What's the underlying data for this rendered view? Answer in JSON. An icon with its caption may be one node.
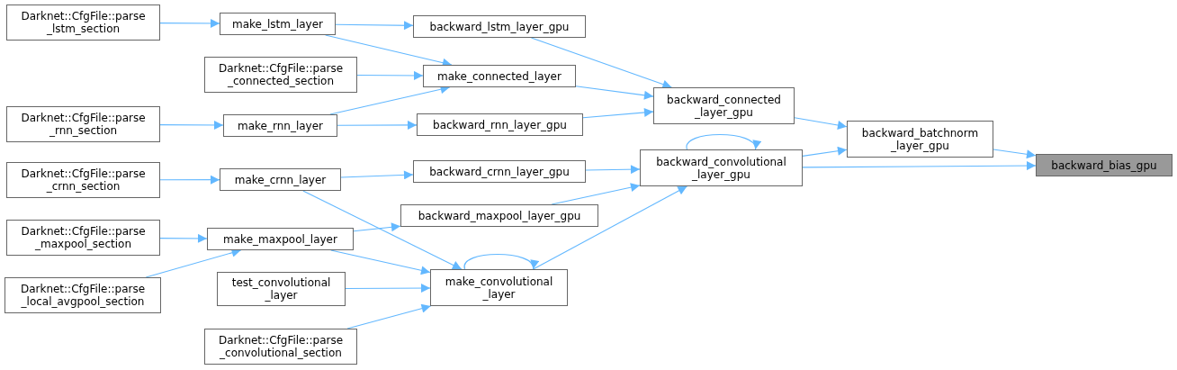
{
  "diagram": {
    "nodes": [
      {
        "text": [
          "backward_bias_gpu"
        ]
      },
      {
        "text": [
          "backward_batchnorm _layer_gpu"
        ]
      },
      {
        "text": [
          "backward_connected _layer_gpu"
        ]
      },
      {
        "text": [
          "backward_convolutional _layer_gpu"
        ]
      },
      {
        "text": [
          "backward_lstm_layer_gpu"
        ]
      },
      {
        "text": [
          "make_connected_layer"
        ]
      },
      {
        "text": [
          "backward_rnn_layer_gpu"
        ]
      },
      {
        "text": [
          "backward_crnn_layer_gpu"
        ]
      },
      {
        "text": [
          "backward_maxpool_layer_gpu"
        ]
      },
      {
        "text": [
          "make_convolutional _layer"
        ]
      },
      {
        "text": [
          "make_lstm_layer"
        ]
      },
      {
        "text": [
          "make_rnn_layer"
        ]
      },
      {
        "text": [
          "make_crnn_layer"
        ]
      },
      {
        "text": [
          "make_maxpool_layer"
        ]
      },
      {
        "text": [
          "test_convolutional _layer"
        ]
      },
      {
        "text": [
          "Darknet::CfgFile::parse _convolutional_section"
        ]
      },
      {
        "text": [
          "Darknet::CfgFile::parse _lstm_section"
        ]
      },
      {
        "text": [
          "Darknet::CfgFile::parse _connected_section"
        ]
      },
      {
        "text": [
          "Darknet::CfgFile::parse _rnn_section"
        ]
      },
      {
        "text": [
          "Darknet::CfgFile::parse _crnn_section"
        ]
      },
      {
        "text": [
          "Darknet::CfgFile::parse _maxpool_section"
        ]
      },
      {
        "text": [
          "Darknet::CfgFile::parse _local_avgpool_section"
        ]
      }
    ],
    "edges": [
      {
        "from": 1,
        "to": 0,
        "arrow": "to"
      },
      {
        "from": 3,
        "to": 0,
        "arrow": "to"
      },
      {
        "from": 2,
        "to": 1,
        "arrow": "to"
      },
      {
        "from": 3,
        "to": 1,
        "arrow": "to"
      },
      {
        "from": 4,
        "to": 2,
        "arrow": "to"
      },
      {
        "from": 5,
        "to": 2,
        "arrow": "to"
      },
      {
        "from": 6,
        "to": 2,
        "arrow": "to"
      },
      {
        "from": 3,
        "to": 3,
        "arrow": "to"
      },
      {
        "from": 7,
        "to": 3,
        "arrow": "to"
      },
      {
        "from": 8,
        "to": 3,
        "arrow": "to"
      },
      {
        "from": 9,
        "to": 3,
        "arrow": "to"
      },
      {
        "from": 9,
        "to": 9,
        "arrow": "to"
      },
      {
        "from": 10,
        "to": 4,
        "arrow": "to"
      },
      {
        "from": 10,
        "to": 5,
        "arrow": "to"
      },
      {
        "from": 11,
        "to": 5,
        "arrow": "to"
      },
      {
        "from": 11,
        "to": 6,
        "arrow": "to"
      },
      {
        "from": 12,
        "to": 7,
        "arrow": "to"
      },
      {
        "from": 12,
        "to": 9,
        "arrow": "to"
      },
      {
        "from": 13,
        "to": 8,
        "arrow": "to"
      },
      {
        "from": 13,
        "to": 9,
        "arrow": "to"
      },
      {
        "from": 14,
        "to": 9,
        "arrow": "to"
      },
      {
        "from": 15,
        "to": 9,
        "arrow": "to"
      },
      {
        "from": 16,
        "to": 10,
        "arrow": "to"
      },
      {
        "from": 17,
        "to": 5,
        "arrow": "to"
      },
      {
        "from": 18,
        "to": 11,
        "arrow": "to"
      },
      {
        "from": 19,
        "to": 12,
        "arrow": "to"
      },
      {
        "from": 20,
        "to": 13,
        "arrow": "to"
      },
      {
        "from": 21,
        "to": 13,
        "arrow": "to"
      }
    ]
  }
}
